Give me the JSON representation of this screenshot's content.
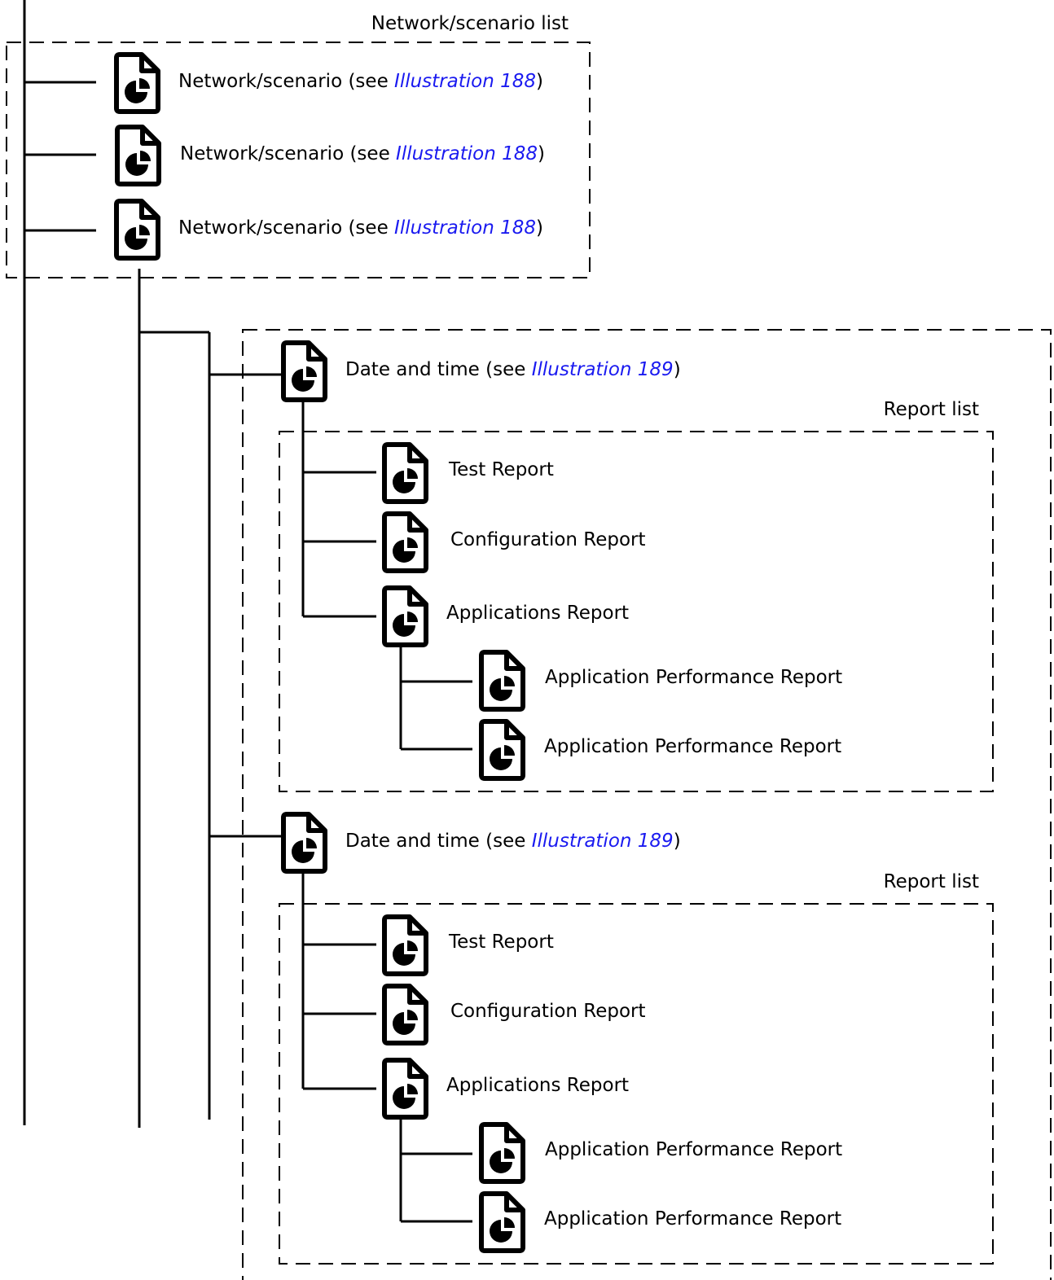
{
  "groups": {
    "network_list_label": "Network/scenario list",
    "report_list_label_1": "Report list",
    "report_list_label_2": "Report list"
  },
  "icon": "report-document-pie-icon",
  "network_items": [
    {
      "prefix": "Network/scenario (see ",
      "link": "Illustration 188",
      "suffix": ")"
    },
    {
      "prefix": "Network/scenario (see ",
      "link": "Illustration 188",
      "suffix": ")"
    },
    {
      "prefix": "Network/scenario (see ",
      "link": "Illustration 188",
      "suffix": ")"
    }
  ],
  "date_items": [
    {
      "prefix": "Date and time (see ",
      "link": "Illustration 189",
      "suffix": ")"
    },
    {
      "prefix": "Date and time (see ",
      "link": "Illustration 189",
      "suffix": ")"
    }
  ],
  "reports_1": {
    "test": "Test Report",
    "config": "Configuration Report",
    "apps": "Applications Report",
    "perf_1": "Application Performance Report",
    "perf_2": "Application Performance Report"
  },
  "reports_2": {
    "test": "Test Report",
    "config": "Configuration Report",
    "apps": "Applications Report",
    "perf_1": "Application Performance Report",
    "perf_2": "Application Performance Report"
  },
  "colors": {
    "link": "#1a1af0",
    "stroke": "#000000"
  }
}
